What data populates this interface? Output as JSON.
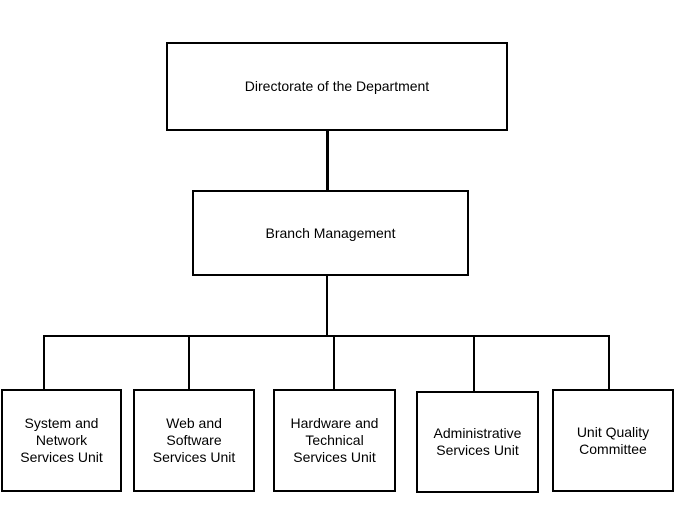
{
  "org_chart": {
    "top": {
      "label": "Directorate of the Department"
    },
    "middle": {
      "label": "Branch Management"
    },
    "units": [
      {
        "label": "System and\nNetwork\nServices Unit"
      },
      {
        "label": "Web and\nSoftware\nServices Unit"
      },
      {
        "label": "Hardware and\nTechnical\nServices Unit"
      },
      {
        "label": "Administrative\nServices Unit"
      },
      {
        "label": "Unit Quality\nCommittee"
      }
    ]
  },
  "colors": {
    "line": "#000000",
    "box_border": "#000000",
    "background": "#ffffff"
  }
}
